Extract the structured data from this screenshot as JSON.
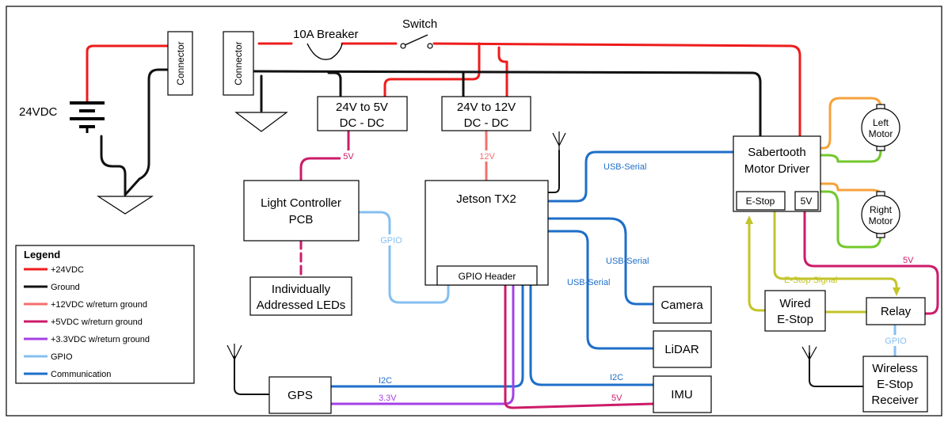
{
  "colors": {
    "power24": "#ee1c1c",
    "ground": "#111111",
    "power12": "#f3706e",
    "power5": "#cc1b69",
    "power33": "#a640e6",
    "gpio": "#86bff0",
    "comm": "#1e6fc8",
    "estop": "#c3c42a",
    "motor_orange": "#f6a23c",
    "motor_green": "#73c82c"
  },
  "labels": {
    "battery": "24VDC",
    "breaker": "10A Breaker",
    "switch": "Switch",
    "connector_left": "Connector",
    "connector_right": "Connector",
    "dc5_line1": "24V to 5V",
    "dc5_line2": "DC - DC",
    "dc12_line1": "24V to 12V",
    "dc12_line2": "DC - DC",
    "light_line1": "Light Controller",
    "light_line2": "PCB",
    "leds_line1": "Individually",
    "leds_line2": "Addressed LEDs",
    "jetson": "Jetson TX2",
    "gpio_header": "GPIO Header",
    "sabertooth_line1": "Sabertooth",
    "sabertooth_line2": "Motor Driver",
    "estop_port": "E-Stop",
    "v5_port": "5V",
    "left_motor_line1": "Left",
    "left_motor_line2": "Motor",
    "right_motor_line1": "Right",
    "right_motor_line2": "Motor",
    "camera": "Camera",
    "lidar": "LiDAR",
    "imu": "IMU",
    "gps": "GPS",
    "wired_line1": "Wired",
    "wired_line2": "E-Stop",
    "relay": "Relay",
    "wireless_line1": "Wireless",
    "wireless_line2": "E-Stop",
    "wireless_line3": "Receiver"
  },
  "wire_labels": {
    "v5_light": "5V",
    "v12_jetson": "12V",
    "usb_serial_sabertooth": "USB-Serial",
    "usb_serial_camera": "USB-Serial",
    "usb_serial_lidar": "USB-Serial",
    "gpio_light": "GPIO",
    "i2c_gps": "I2C",
    "i2c_imu": "I2C",
    "v33_gps": "3.3V",
    "v5_imu": "5V",
    "v5_relay": "5V",
    "estop_signal": "E-Stop Signal",
    "gpio_relay": "GPIO"
  },
  "legend": {
    "title": "Legend",
    "items": [
      {
        "label": "+24VDC",
        "color": "#ee1c1c"
      },
      {
        "label": "Ground",
        "color": "#111111"
      },
      {
        "label": "+12VDC w/return ground",
        "color": "#f3706e"
      },
      {
        "label": "+5VDC w/return ground",
        "color": "#cc1b69"
      },
      {
        "label": "+3.3VDC w/return ground",
        "color": "#a640e6"
      },
      {
        "label": "GPIO",
        "color": "#86bff0"
      },
      {
        "label": "Communication",
        "color": "#1e6fc8"
      }
    ]
  }
}
